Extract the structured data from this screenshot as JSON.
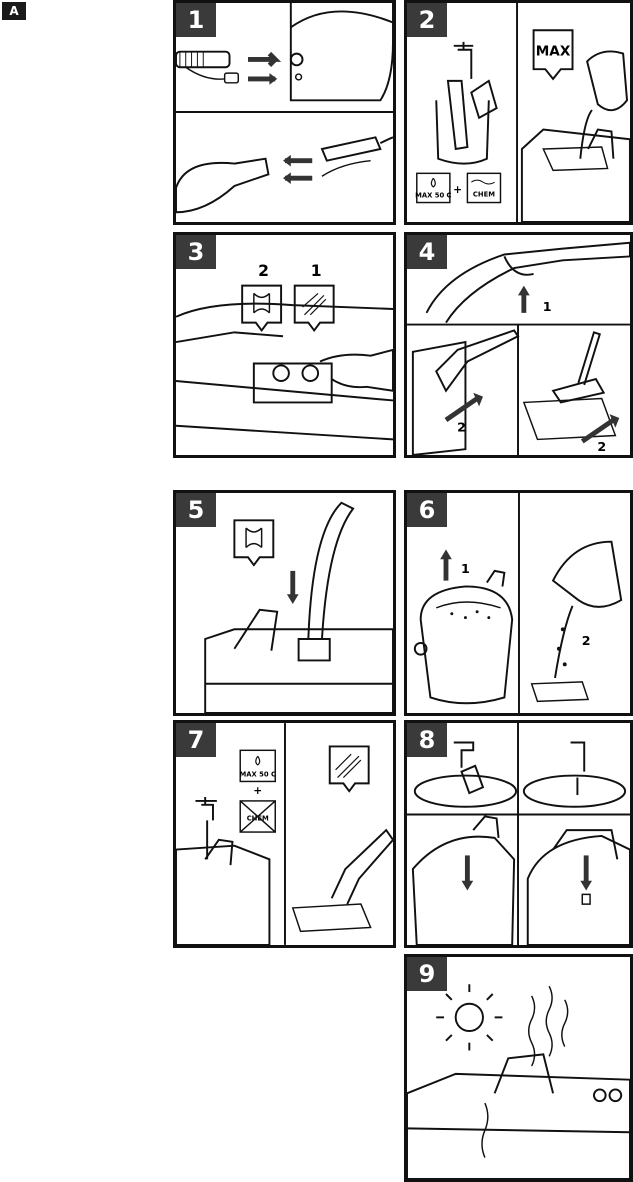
{
  "page_label": "A",
  "steps": [
    {
      "number": "1"
    },
    {
      "number": "2",
      "max_label": "MAX",
      "temp_label": "MAX 50 C",
      "plus": "+",
      "chem_label": "CHEM"
    },
    {
      "number": "3",
      "left_label": "2",
      "right_label": "1"
    },
    {
      "number": "4",
      "arrow_1": "1",
      "arrow_2a": "2",
      "arrow_2b": "2"
    },
    {
      "number": "5"
    },
    {
      "number": "6",
      "arrow_1": "1",
      "arrow_2": "2"
    },
    {
      "number": "7",
      "temp_label": "MAX 50 C",
      "plus": "+",
      "chem_label": "CHEM"
    },
    {
      "number": "8"
    },
    {
      "number": "9"
    }
  ],
  "colors": {
    "frame": "#111111",
    "badge": "#3a3a3a",
    "arrow": "#333333"
  }
}
